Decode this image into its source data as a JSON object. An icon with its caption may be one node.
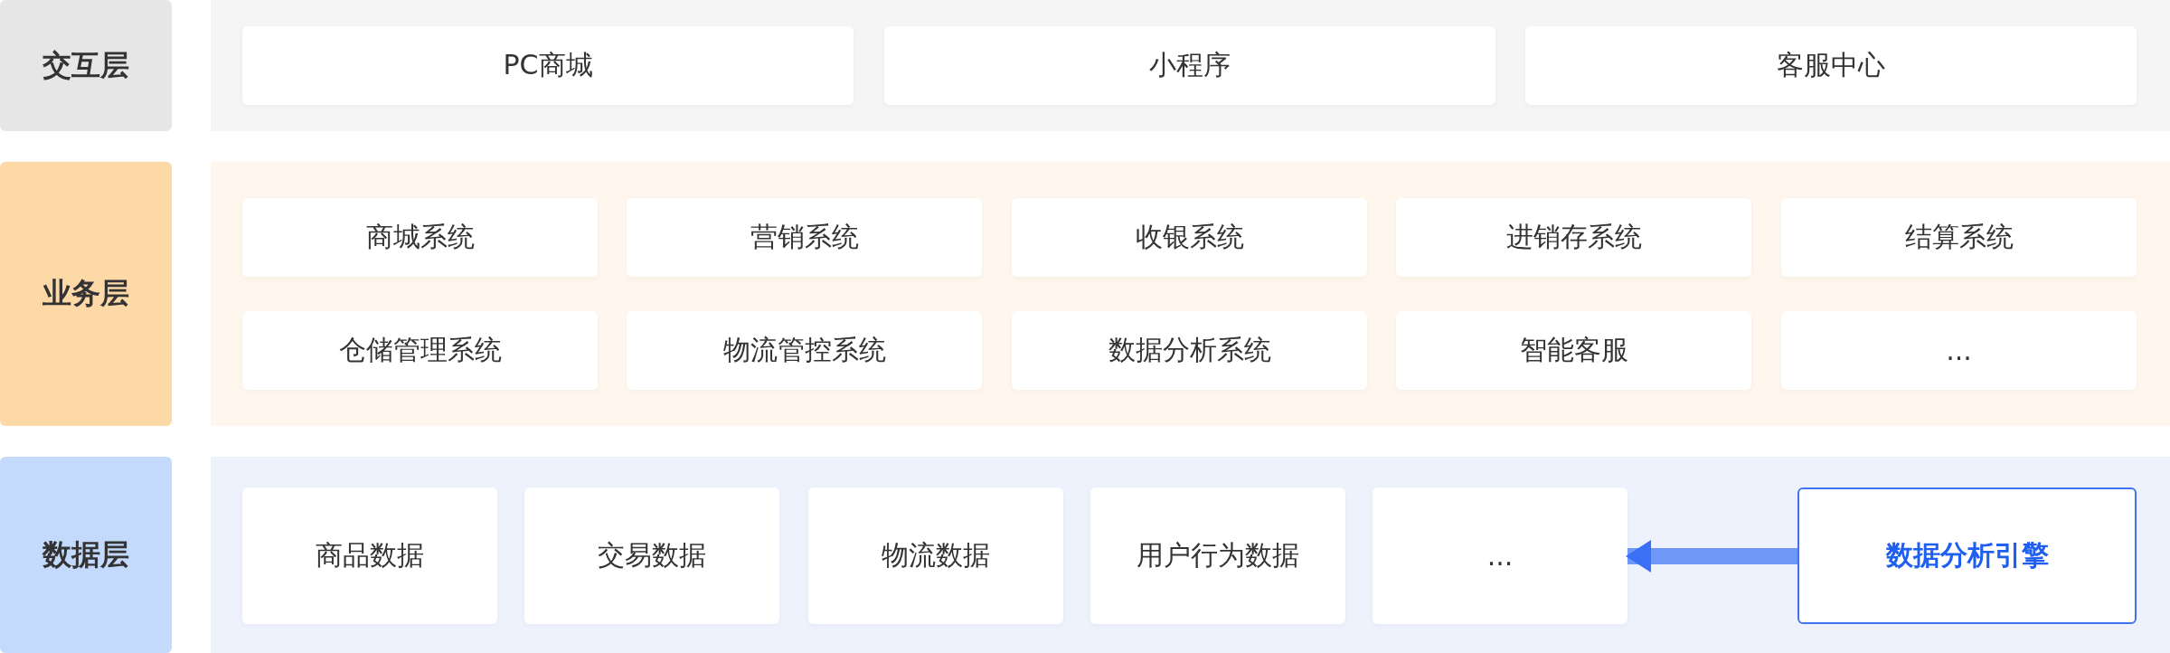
{
  "diagram": {
    "nodes": [
      {
        "text": [
          "交互层"
        ]
      },
      {
        "text": [],
        "shape": "box"
      },
      {
        "text": [
          "PC商城"
        ],
        "in": 1
      },
      {
        "text": [
          "小程序"
        ],
        "in": 1
      },
      {
        "text": [
          "客服中心"
        ],
        "in": 1
      },
      {
        "text": [
          "业务层"
        ]
      },
      {
        "text": [],
        "shape": "box"
      },
      {
        "text": [
          "商城系统"
        ],
        "in": 6
      },
      {
        "text": [
          "营销系统"
        ],
        "in": 6
      },
      {
        "text": [
          "收银系统"
        ],
        "in": 6
      },
      {
        "text": [
          "进销存系统"
        ],
        "in": 6
      },
      {
        "text": [
          "结算系统"
        ],
        "in": 6
      },
      {
        "text": [
          "仓储管理系统"
        ],
        "in": 6
      },
      {
        "text": [
          "物流管控系统"
        ],
        "in": 6
      },
      {
        "text": [
          "数据分析系统"
        ],
        "in": 6
      },
      {
        "text": [
          "智能客服"
        ],
        "in": 6
      },
      {
        "text": [
          "..."
        ],
        "in": 6
      },
      {
        "text": [
          "数据层"
        ]
      },
      {
        "text": [],
        "shape": "box"
      },
      {
        "text": [
          "商品数据"
        ],
        "in": 18
      },
      {
        "text": [
          "交易数据"
        ],
        "in": 18
      },
      {
        "text": [
          "物流数据"
        ],
        "in": 18
      },
      {
        "text": [
          "用户行为数据"
        ],
        "in": 18
      },
      {
        "text": [
          "..."
        ],
        "in": 18
      },
      {
        "text": [
          "数据分析引擎"
        ],
        "in": 18
      }
    ],
    "edges": [
      {
        "from": 24,
        "to": 23,
        "arrow": "to"
      }
    ]
  }
}
